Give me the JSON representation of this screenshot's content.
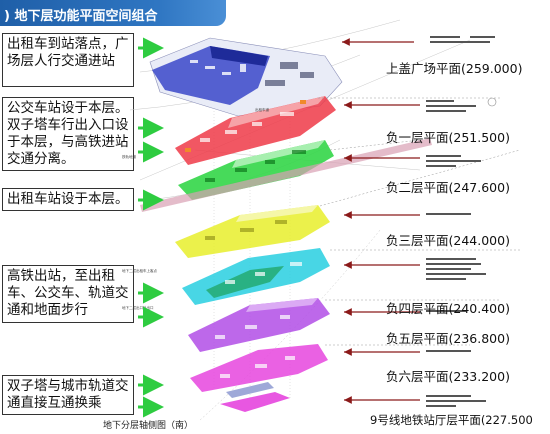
{
  "title": ") 地下层功能平面空间组合",
  "notes": [
    "出租车到站落点，广场层人行交通进站",
    "公交车站设于本层。双子塔车行出入口设于本层，与高铁进站交通分离。",
    "出租车站设于本层。",
    "高铁出站，至出租车、公交车、轨道交通和地面步行",
    "双子塔与城市轨道交通直接互通换乘"
  ],
  "floors": [
    {
      "label": "上盖广场平面(259.000)",
      "color": "#3b4fd0"
    },
    {
      "label": "负一层平面(251.500)",
      "color": "#ee3a48"
    },
    {
      "label": "负二层平面(247.600)",
      "color": "#33d648"
    },
    {
      "label": "负三层平面(244.000)",
      "color": "#e7ee2c"
    },
    {
      "label": "负四层平面(240.400)",
      "color": "#28cfe0"
    },
    {
      "label": "负五层平面(236.800)",
      "color": "#b24ee6"
    },
    {
      "label": "负六层平面(233.200)",
      "color": "#e645de"
    },
    {
      "label": "9号线地铁站厅层平面(227.500",
      "color": "#e645de"
    }
  ],
  "caption": "地下分层轴侧图（南）",
  "small_notes": [
    "出租车道",
    "铁轨地道",
    "地下二层出租车上客点",
    "地下二层出口处出口"
  ],
  "colors": {
    "arrow_green": "#2ecc40",
    "arrow_red": "#8b1a1a",
    "title_bg": "#1f5fa8"
  }
}
